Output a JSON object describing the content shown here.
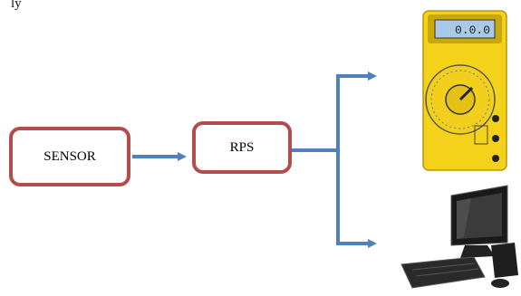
{
  "top_text": "ly",
  "nodes": {
    "sensor_label": "SENSOR",
    "rps_label": "RPS"
  },
  "multimeter": {
    "display_value": "0.0.0"
  },
  "colors": {
    "box_border": "#b24d4b",
    "arrow": "#4f81bd",
    "multimeter_body": "#f5d21a",
    "display": "#a8c9e8"
  },
  "icons": [
    "multimeter-icon",
    "computer-icon"
  ]
}
